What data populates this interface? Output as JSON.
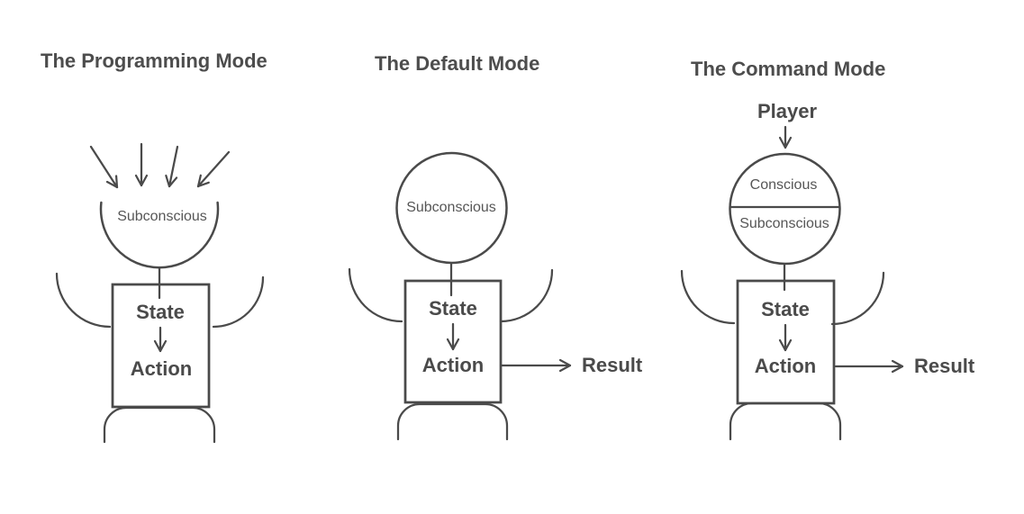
{
  "diagram": {
    "panels": [
      {
        "id": "programming-mode",
        "title": "The Programming Mode",
        "head_label": "Subconscious",
        "body_top_label": "State",
        "body_bottom_label": "Action"
      },
      {
        "id": "default-mode",
        "title": "The Default Mode",
        "head_label": "Subconscious",
        "body_top_label": "State",
        "body_bottom_label": "Action",
        "result_label": "Result"
      },
      {
        "id": "command-mode",
        "title": "The Command Mode",
        "player_label": "Player",
        "head_top_label": "Conscious",
        "head_bottom_label": "Subconscious",
        "body_top_label": "State",
        "body_bottom_label": "Action",
        "result_label": "Result"
      }
    ],
    "colors": {
      "stroke": "#4a4a4a",
      "title_text": "#4d4d4d",
      "label_text": "#565656",
      "background": "#ffffff"
    }
  }
}
